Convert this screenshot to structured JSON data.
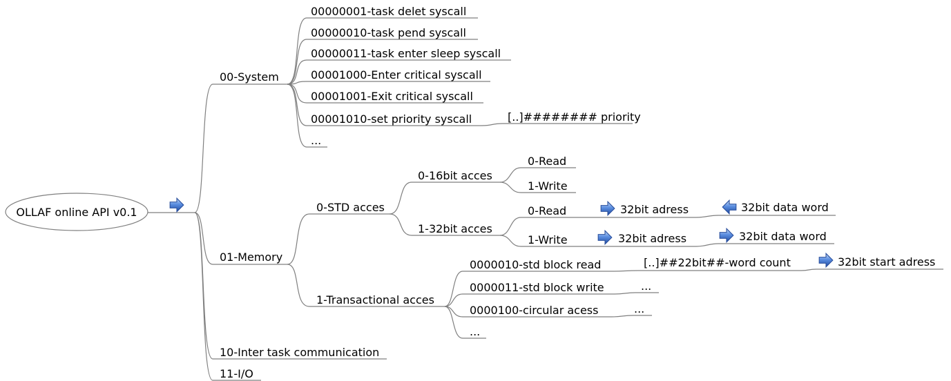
{
  "root": {
    "label": "OLLAF online API v0.1"
  },
  "system": {
    "label": "00-System",
    "items": [
      "00000001-task delet syscall",
      "00000010-task pend syscall",
      "00000011-task enter sleep syscall",
      "00001000-Enter critical syscall",
      "00001001-Exit critical syscall",
      "00001010-set priority syscall",
      "..."
    ],
    "priority_param": "[..]######## priority"
  },
  "memory": {
    "label": "01-Memory",
    "std": {
      "label": "0-STD acces",
      "bit16": {
        "label": "0-16bit acces",
        "read": "0-Read",
        "write": "1-Write"
      },
      "bit32": {
        "label": "1-32bit acces",
        "read": "0-Read",
        "write": "1-Write",
        "read_address": "32bit adress",
        "read_data": "32bit data word",
        "write_address": "32bit adress",
        "write_data": "32bit data word"
      }
    },
    "trans": {
      "label": "1-Transactional acces",
      "block_read": "0000010-std block read",
      "block_read_count": "[..]##22bit##-word count",
      "block_read_start": "32bit start adress",
      "block_write": "0000011-std block write",
      "block_write_more": "...",
      "circular": "0000100-circular acess",
      "circular_more": "...",
      "more": "..."
    }
  },
  "intertask": {
    "label": "10-Inter task communication"
  },
  "io": {
    "label": "11-I/O"
  },
  "icons": {
    "root_marker": "arrow-right-icon",
    "read_address_marker": "arrow-right-icon",
    "read_data_marker": "arrow-left-icon",
    "write_address_marker": "arrow-right-icon",
    "write_data_marker": "arrow-right-icon",
    "start_address_marker": "arrow-right-icon"
  },
  "colors": {
    "line": "#7f7f7f",
    "text": "#000000",
    "arrow_fill": "#3f6fc6"
  }
}
